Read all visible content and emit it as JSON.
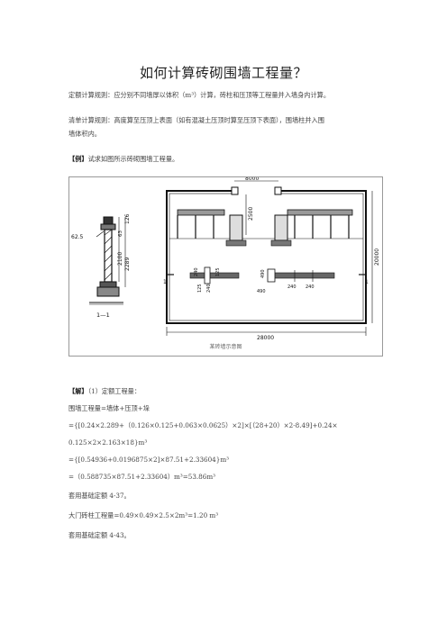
{
  "document": {
    "title": "如何计算砖砌围墙工程量？",
    "para_quota_rule": "定额计算规则：应分别不同墙厚以体积（m³）计算，砖柱和压顶等工程量并入墙身内计算。",
    "para_list_rule_line1": "清单计算规则：高度算至压顶上表面（如有混凝土压顶时算至压顶下表面），围墙柱并入围",
    "para_list_rule_line2": "墙体积内。",
    "example_prefix": "【例】",
    "example_text": "试求如图所示砖砌围墙工程量。",
    "figure": {
      "caption": "某砖墙示意图",
      "labels": {
        "dim_8000": "8000",
        "dim_2500": "2500",
        "dim_20000": "20000",
        "dim_28000": "28000",
        "dim_126": "126",
        "dim_63": "63",
        "dim_2100": "2100",
        "dim_2289": "2289",
        "dim_62_5": "62.5",
        "dim_240a": "240",
        "dim_125a": "125",
        "dim_125b": "125",
        "dim_240b": "240",
        "dim_490a": "490",
        "dim_490b": "490",
        "dim_240c": "240",
        "dim_240d": "240",
        "section_label": "1—1",
        "marker_1_left": "1",
        "marker_1_right": "1"
      }
    },
    "solution_prefix": "【解】",
    "solution_heading": "（1）定额工程量：",
    "formula_intro": "围墙工程量=墙体+压顶+垛",
    "formula_line1": "={[0.24×2.289+（0.126×0.125+0.063×0.0625）×2]×[（28+20）×2-8.49]+0.24×",
    "formula_line2": "0.125×2×2.163×18}m³",
    "formula_line3": "={[0.54936+0.0196875×2]×87.51+2.33604}m³",
    "formula_line4": "=（0.588735×87.51+2.33604）m³=53.86m³",
    "apply_1": "套用基础定额 4-37。",
    "gate_pillar": "大门砖柱工程量=0.49×0.49×2.5×2m³=1.20 m³",
    "apply_2": "套用基础定额 4-43。"
  }
}
